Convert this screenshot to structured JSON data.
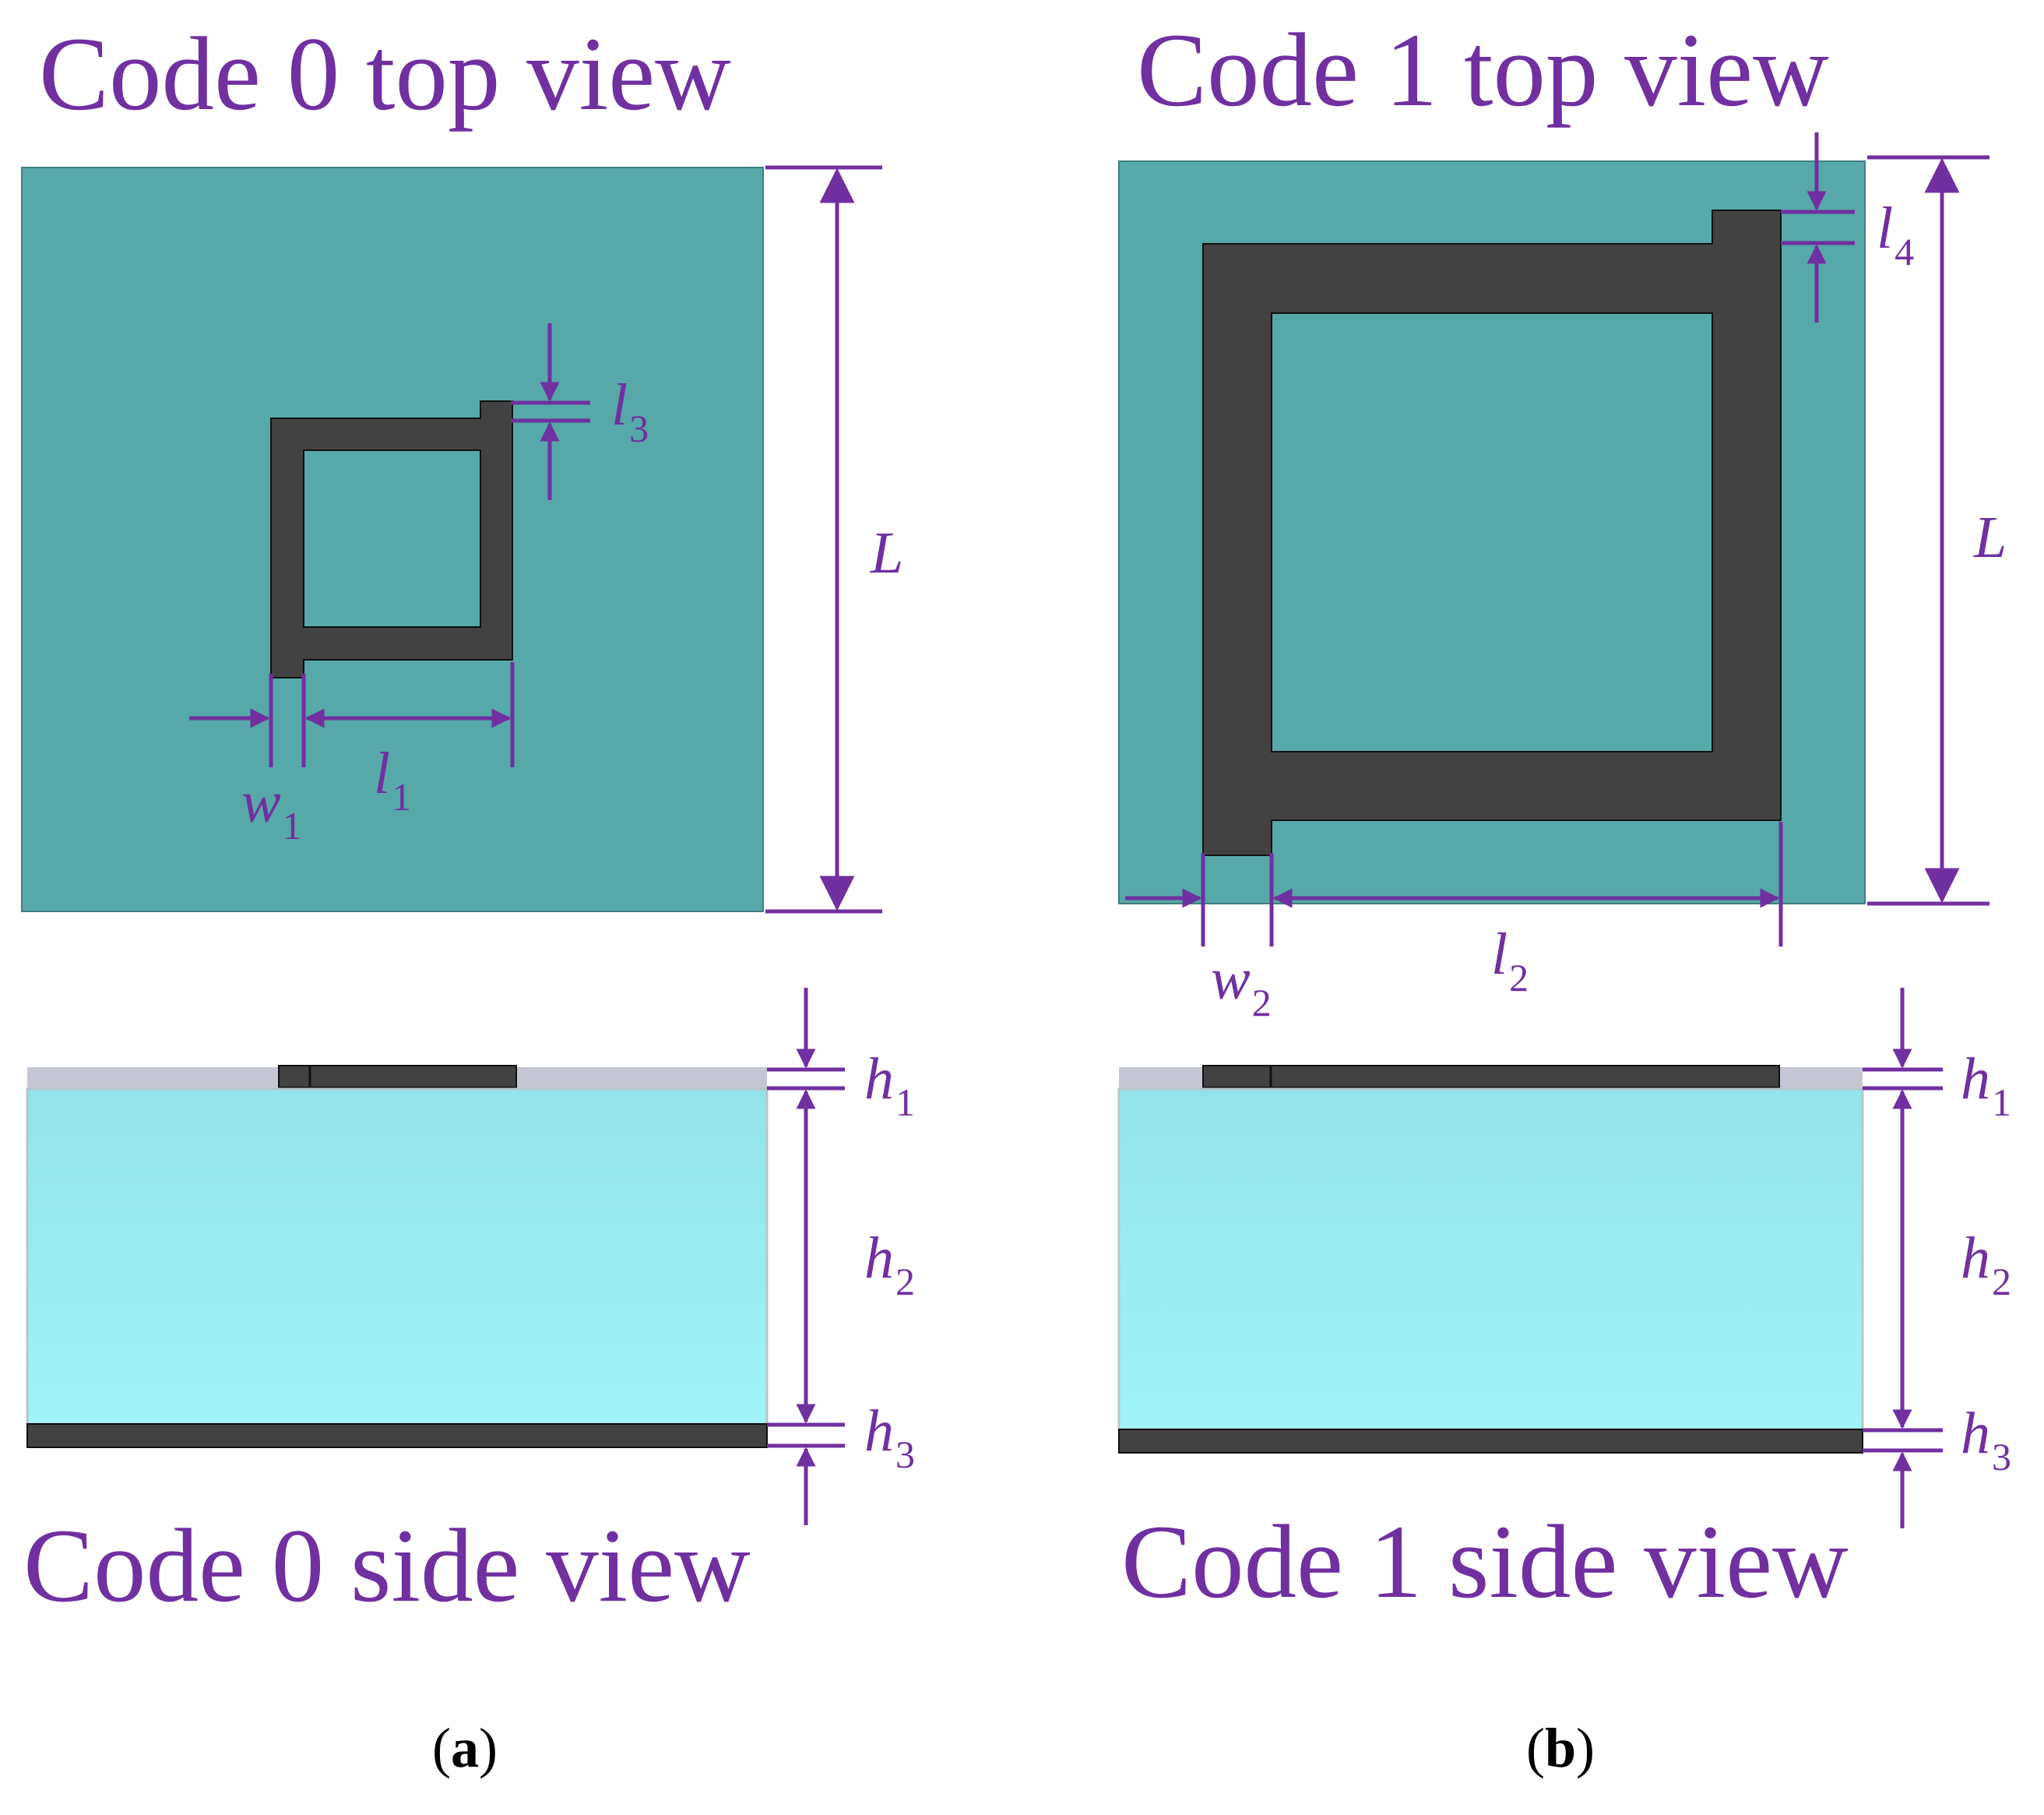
{
  "panels": [
    {
      "top_title": "Code 0 top view",
      "side_title": "Code 0 side view",
      "caption": "a",
      "labels": {
        "L": "L",
        "l1": "l",
        "l1_sub": "1",
        "w1": "w",
        "w1_sub": "1",
        "l3": "l",
        "l3_sub": "3",
        "h1": "h",
        "h1_sub": "1",
        "h2": "h",
        "h2_sub": "2",
        "h3": "h",
        "h3_sub": "3"
      }
    },
    {
      "top_title": "Code 1 top view",
      "side_title": "Code 1 side view",
      "caption": "b",
      "labels": {
        "L": "L",
        "l2": "l",
        "l2_sub": "2",
        "w2": "w",
        "w2_sub": "2",
        "l4": "l",
        "l4_sub": "4",
        "h1": "h",
        "h1_sub": "1",
        "h2": "h",
        "h2_sub": "2",
        "h3": "h",
        "h3_sub": "3"
      }
    }
  ],
  "colors": {
    "annotation": "#7030a0",
    "substrate_top": "#57a8a9",
    "metal": "#424242",
    "dielectric_side": "#9cedf2",
    "cover_sheet": "#c5c8d4"
  }
}
